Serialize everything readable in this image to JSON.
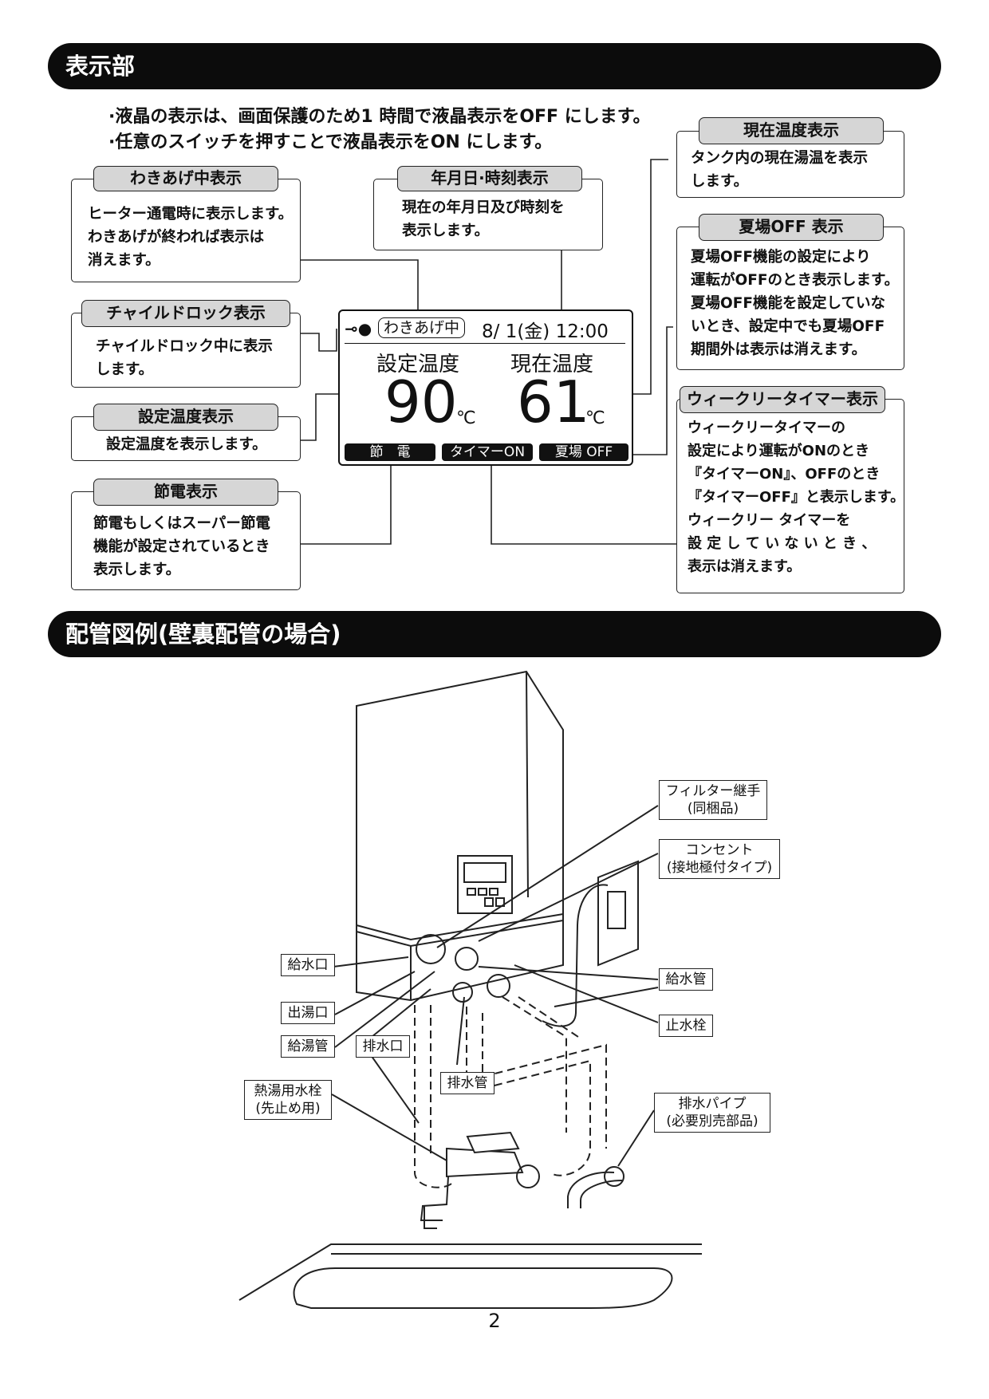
{
  "section1": {
    "title": "表示部",
    "notes": [
      "·液晶の表示は、画面保護のため1 時間で液晶表示をOFF にします。",
      "·任意のスイッチを押すことで液晶表示をON にします。"
    ]
  },
  "callouts": {
    "wakiage": {
      "title": "わきあげ中表示",
      "text": "ヒーター通電時に表示します。\nわきあげが終われば表示は\n消えます。"
    },
    "datetime": {
      "title": "年月日·時刻表示",
      "text": "現在の年月日及び時刻を\n表示します。"
    },
    "current_temp": {
      "title": "現在温度表示",
      "text": "タンク内の現在湯温を表示\nします。"
    },
    "natsuba": {
      "title": "夏場OFF 表示",
      "text": "夏場OFF機能の設定により\n運転がOFFのとき表示します。\n夏場OFF機能を設定していな\nいとき、設定中でも夏場OFF\n期間外は表示は消えます。"
    },
    "child_lock": {
      "title": "チャイルドロック表示",
      "text": "チャイルドロック中に表示\nします。"
    },
    "set_temp": {
      "title": "設定温度表示",
      "text": "設定温度を表示します。"
    },
    "weekly_timer": {
      "title": "ウィークリータイマー表示",
      "text": "ウィークリータイマーの\n設定により運転がONのとき\n『タイマーON』、OFFのとき\n『タイマーOFF』と表示します。\nウィークリー タイマーを\n設 定 し て い な い と き 、\n表示は消えます。"
    },
    "setsuden": {
      "title": "節電表示",
      "text": "節電もしくはスーパー節電\n機能が設定されているとき\n表示します。"
    }
  },
  "lcd": {
    "wakiage": "わきあげ中",
    "date": "8/ 1(金) 12:00",
    "set_label": "設定温度",
    "cur_label": "現在温度",
    "set_value": "90",
    "cur_value": "61",
    "unit": "℃",
    "seg_setsuden": "節　電",
    "seg_timer": "タイマーON",
    "seg_natsuba": "夏場 OFF"
  },
  "section2": {
    "title": "配管図例(壁裏配管の場合)"
  },
  "diagram_labels": {
    "filter": "フィルター継手\n(同梱品)",
    "outlet": "コンセント\n(接地極付タイプ)",
    "water_in": "給水口",
    "hot_out": "出湯口",
    "hot_pipe": "給湯管",
    "drain_port": "排水口",
    "drain_pipe": "排水管",
    "supply_pipe": "給水管",
    "stop_valve": "止水栓",
    "faucet": "熱湯用水栓\n(先止め用)",
    "drain_trap": "排水パイプ\n(必要別売部品)"
  },
  "page_number": "2"
}
